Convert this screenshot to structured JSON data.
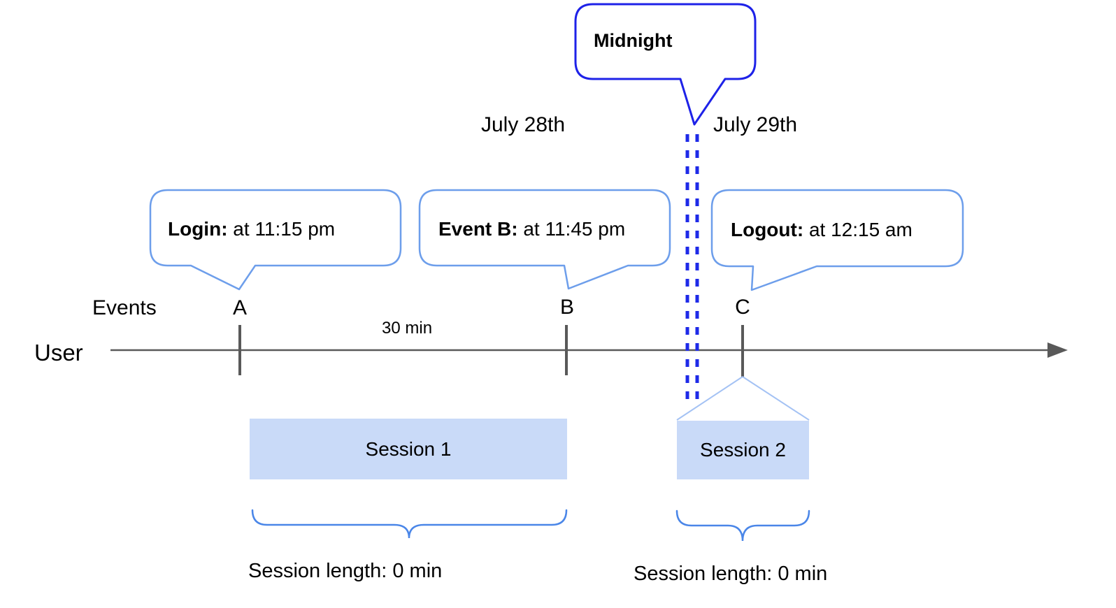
{
  "diagram": {
    "callouts": {
      "midnight": {
        "text": "Midnight"
      },
      "login": {
        "label": "Login:",
        "time": " at 11:15 pm"
      },
      "event_b": {
        "label": "Event B:",
        "time": " at 11:45 pm"
      },
      "logout": {
        "label": "Logout:",
        "time": " at 12:15 am"
      }
    },
    "dates": {
      "left": "July 28th",
      "right": "July 29th"
    },
    "axis": {
      "events_label": "Events",
      "user_label": "User",
      "interval_label": "30 min",
      "event_markers": [
        "A",
        "B",
        "C"
      ]
    },
    "sessions": [
      {
        "name": "Session 1",
        "length": "Session length: 0 min"
      },
      {
        "name": "Session 2",
        "length": "Session length: 0 min"
      }
    ],
    "colors": {
      "callout_border": "#6d9eeb",
      "midnight_border": "#1e22e8",
      "midnight_dashes": "#1e2ae8",
      "session_fill": "#c9daf8",
      "brace": "#4a86e8",
      "funnel_lines": "#a4c2f4",
      "timeline": "#595959",
      "text": "#000000"
    }
  }
}
